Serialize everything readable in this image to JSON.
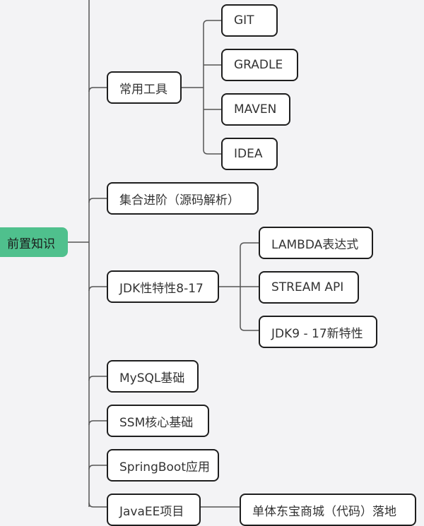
{
  "root": {
    "label": "前置知识",
    "color": "#4fc08d"
  },
  "branches": [
    {
      "label": "常用工具",
      "children": [
        "GIT",
        "GRADLE",
        "MAVEN",
        "IDEA"
      ]
    },
    {
      "label": "集合进阶（源码解析）",
      "children": []
    },
    {
      "label": "JDK性特性8-17",
      "children": [
        "LAMBDA表达式",
        "STREAM API",
        "JDK9 - 17新特性"
      ]
    },
    {
      "label": "MySQL基础",
      "children": []
    },
    {
      "label": "SSM核心基础",
      "children": []
    },
    {
      "label": "SpringBoot应用",
      "children": []
    },
    {
      "label": "JavaEE项目",
      "children": [
        "单体东宝商城（代码）落地"
      ]
    }
  ]
}
